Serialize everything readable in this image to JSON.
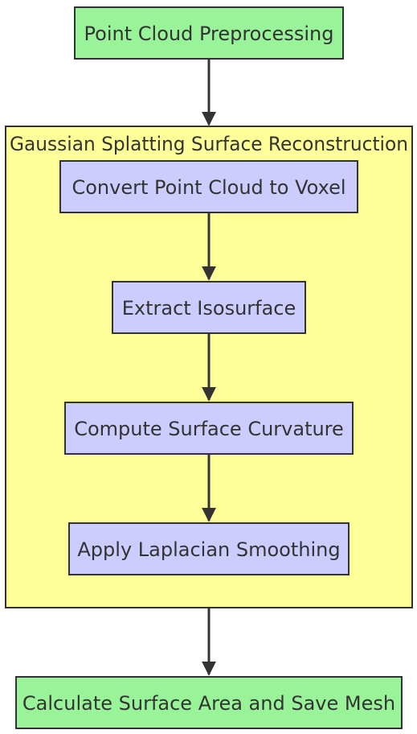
{
  "colors": {
    "stage_fill": "#99f399",
    "step_fill": "#ccccff",
    "cluster_fill": "#ffff99",
    "stroke": "#333333",
    "text": "#333333"
  },
  "nodes": {
    "preprocess": "Point Cloud Preprocessing",
    "convert": "Convert Point Cloud to Voxel",
    "extract": "Extract Isosurface",
    "curvature": "Compute Surface Curvature",
    "smoothing": "Apply Laplacian Smoothing",
    "save": "Calculate Surface Area and Save Mesh"
  },
  "cluster": {
    "title": "Gaussian Splatting Surface Reconstruction"
  },
  "edges": [
    {
      "from": "preprocess",
      "to": "cluster"
    },
    {
      "from": "convert",
      "to": "extract"
    },
    {
      "from": "extract",
      "to": "curvature"
    },
    {
      "from": "curvature",
      "to": "smoothing"
    },
    {
      "from": "cluster",
      "to": "save"
    }
  ]
}
